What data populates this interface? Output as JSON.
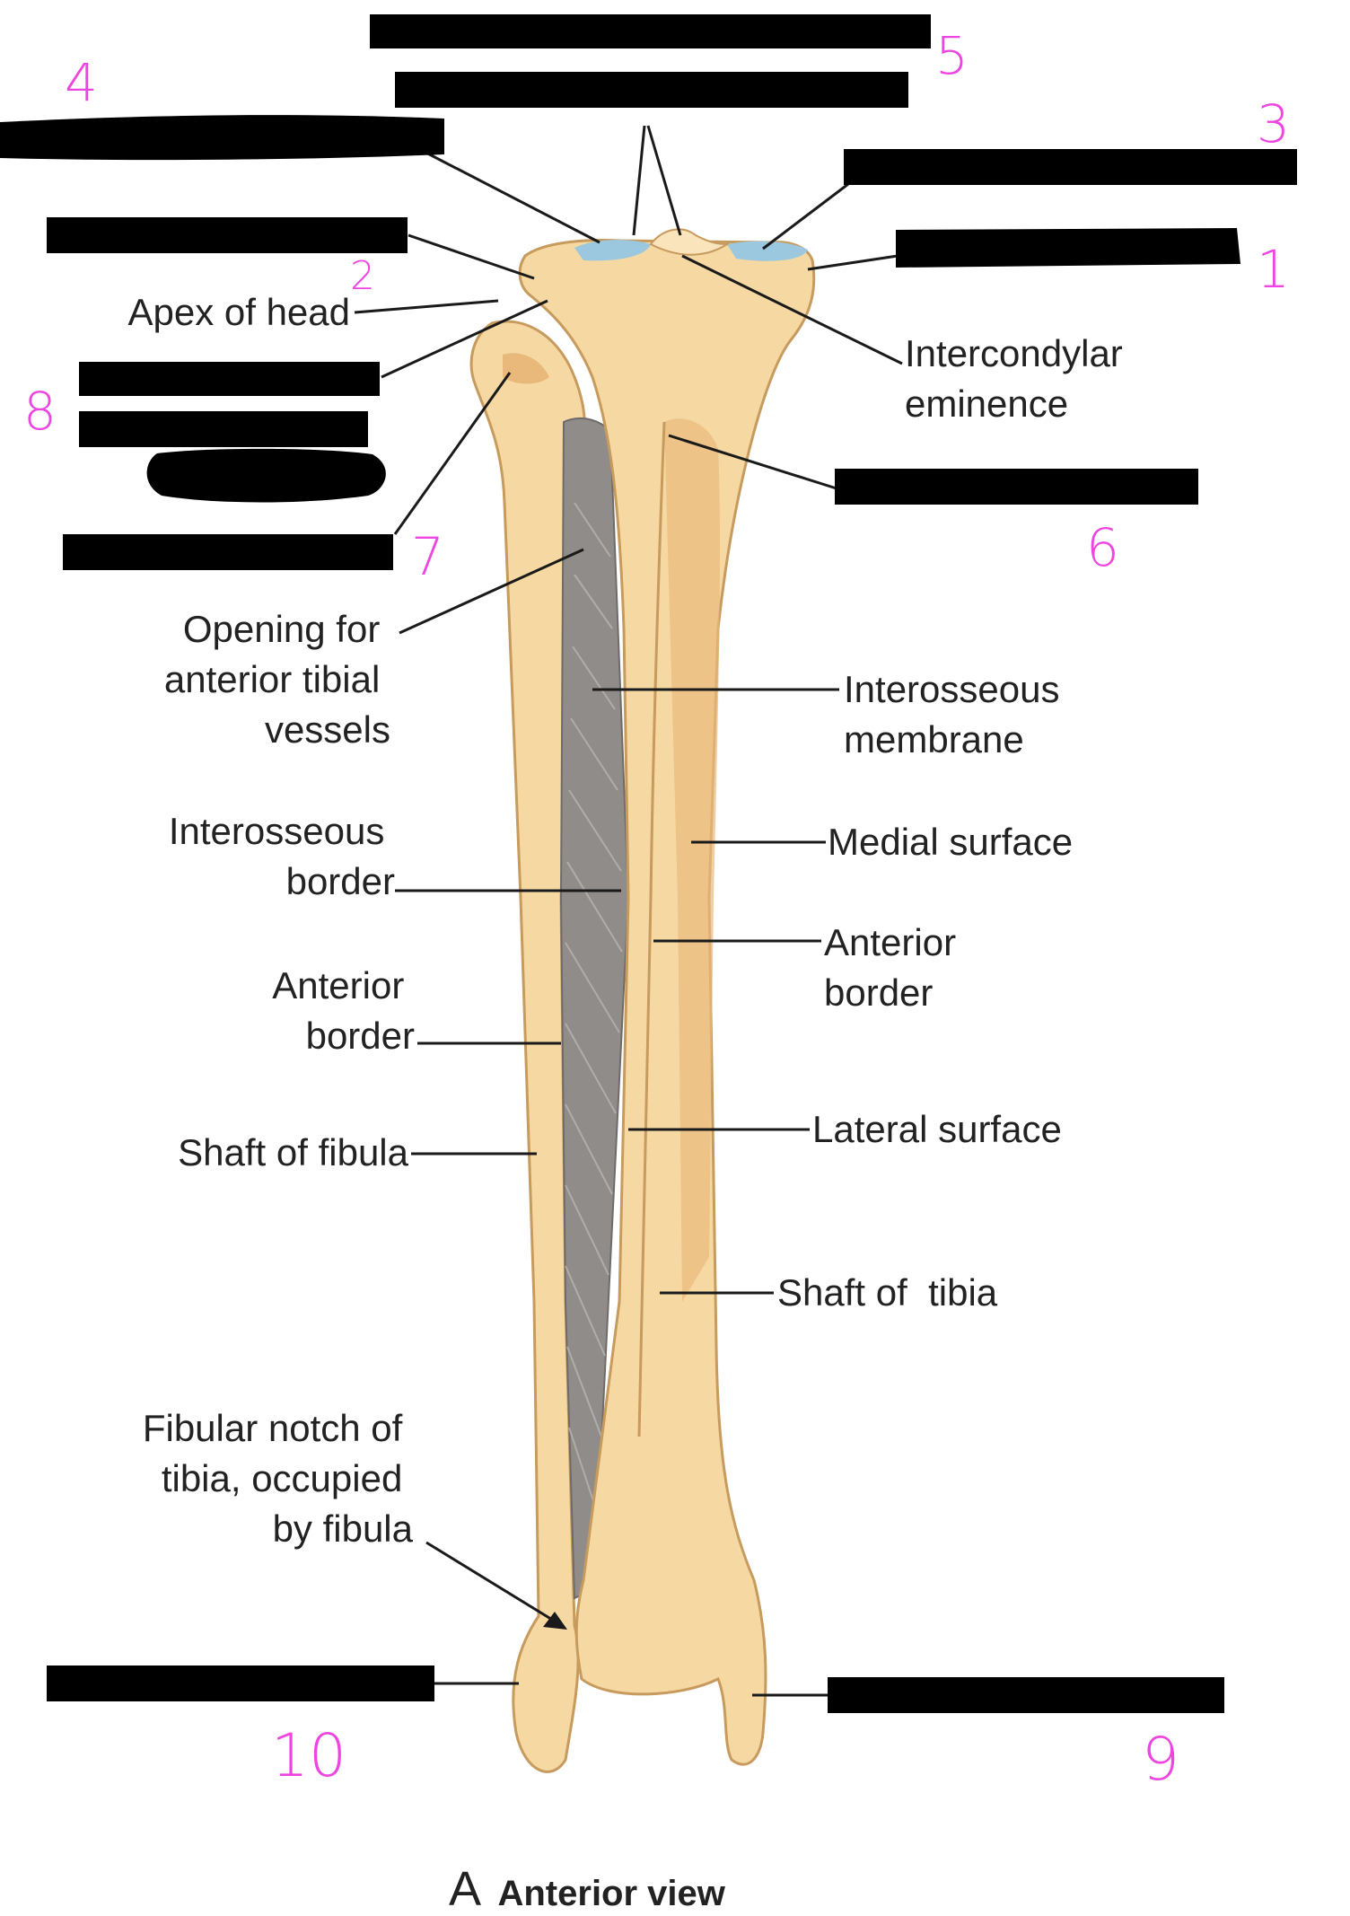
{
  "colors": {
    "bone": "#f6d9a2",
    "bone_shade": "#e9b97c",
    "bone_edge": "#c79a5e",
    "membrane": "#8f8c8a",
    "cartilage": "#9cc8df",
    "handwriting": "#ee44e0",
    "mask": "#000000",
    "text": "#222222"
  },
  "labels": {
    "apex_of_head": "Apex of head",
    "intercondylar_eminence": [
      "Intercondylar",
      "eminence"
    ],
    "opening_anterior_tibial": [
      "Opening for",
      "anterior tibial",
      "vessels"
    ],
    "interosseous_membrane": [
      "Interosseous",
      "membrane"
    ],
    "interosseous_border": [
      "Interosseous",
      "border"
    ],
    "medial_surface": "Medial surface",
    "fibula_anterior_border": [
      "Anterior",
      "border"
    ],
    "tibia_anterior_border": [
      "Anterior",
      "border"
    ],
    "shaft_of_fibula": "Shaft of fibula",
    "lateral_surface": "Lateral surface",
    "shaft_of_tibia": "Shaft of  tibia",
    "fibular_notch": [
      "Fibular notch of",
      "tibia, occupied",
      "by fibula"
    ],
    "view_letter": "A",
    "view_caption": "Anterior view"
  },
  "handwritten_numbers": {
    "n1": "1",
    "n2": "2",
    "n3": "3",
    "n4": "4",
    "n5": "5",
    "n6": "6",
    "n7": "7",
    "n8": "8",
    "n9": "9",
    "n10": "10"
  },
  "redacted_labels": [
    "label-5a",
    "label-5b",
    "label-4",
    "label-3",
    "label-2",
    "label-1",
    "label-8",
    "label-6",
    "label-7",
    "label-10",
    "label-9"
  ]
}
